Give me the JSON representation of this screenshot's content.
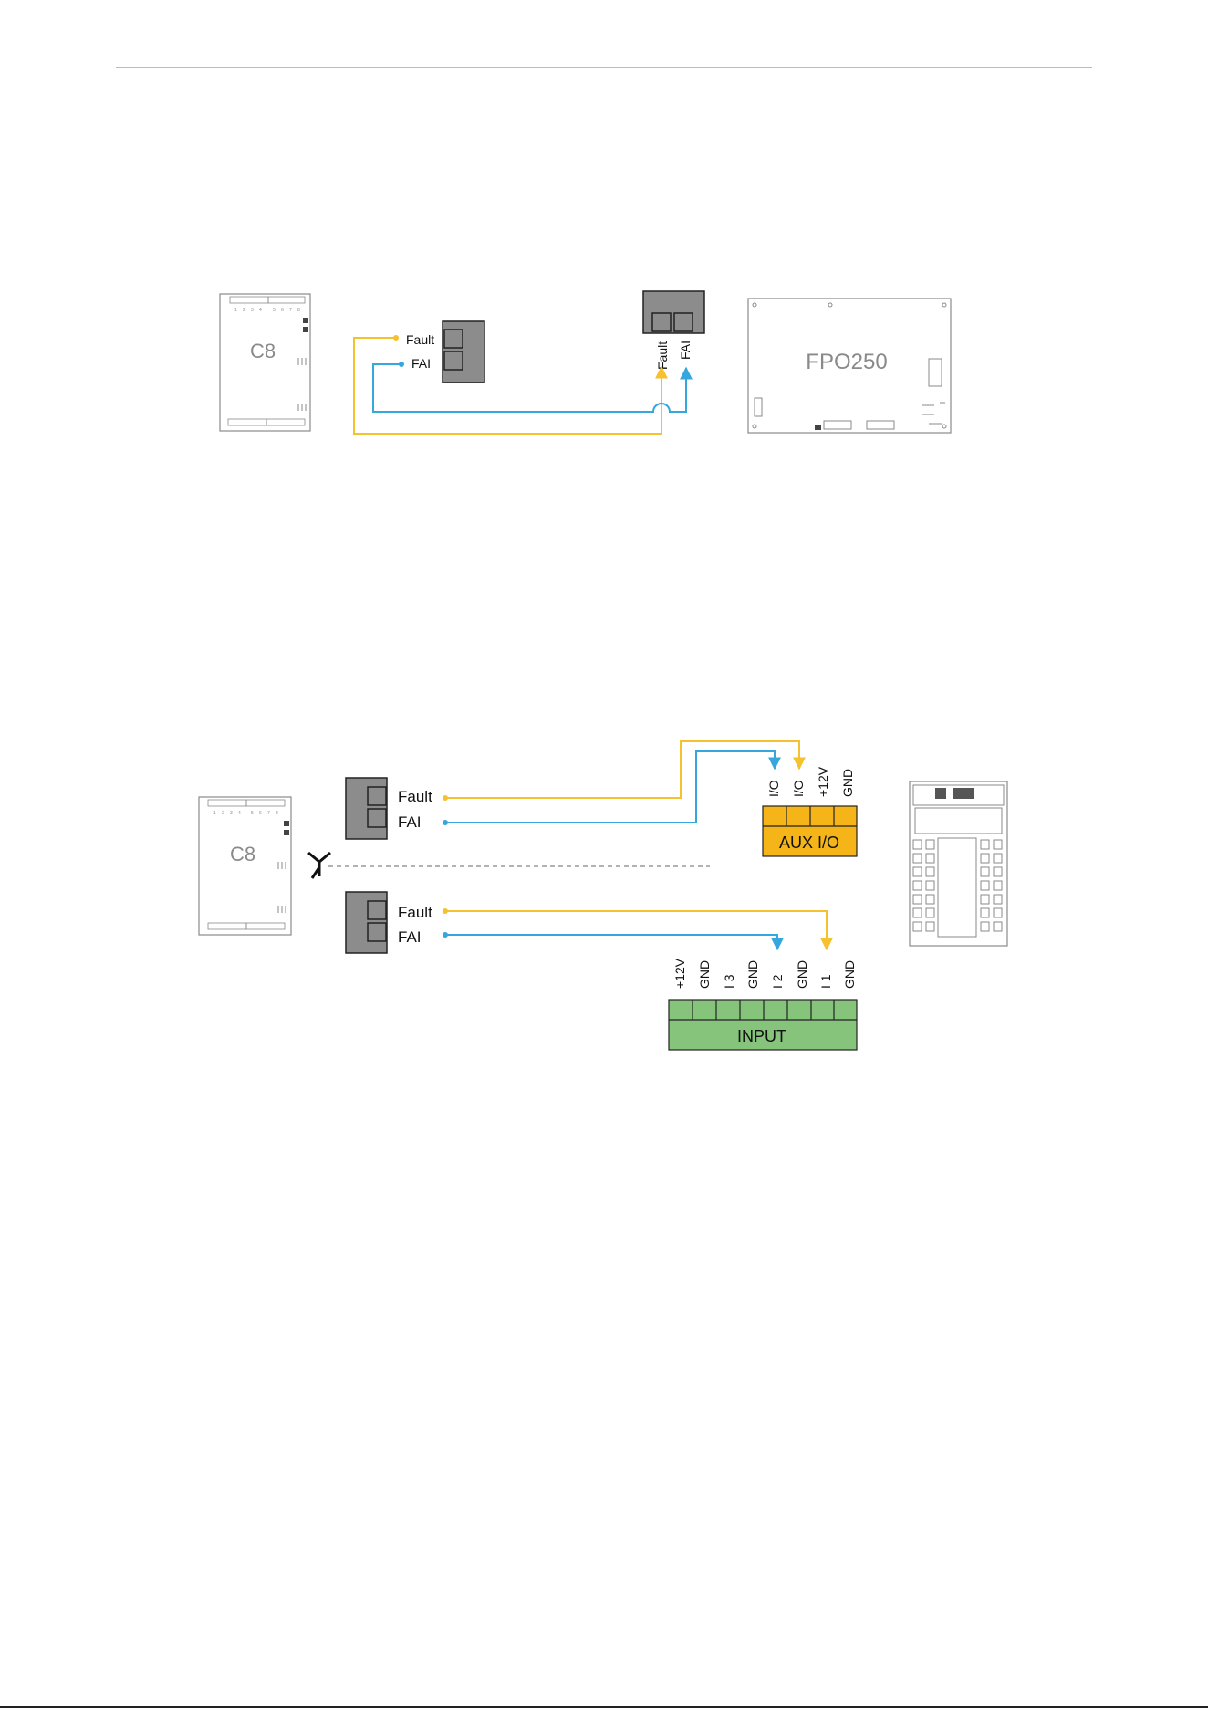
{
  "colors": {
    "rule": "#b79f8c",
    "fault_wire": "#f6c12e",
    "fai_wire": "#35a7dc",
    "terminal_fill": "#8c8c8c",
    "aux_fill": "#f5b417",
    "input_fill": "#86c47c",
    "board_line": "#8a8a8a",
    "board_label": "#8a8a8a",
    "separator": "#666666"
  },
  "diagram1": {
    "c8_label": "C8",
    "c8_pins": [
      "1",
      "2",
      "3",
      "4",
      "5",
      "6",
      "7",
      "8"
    ],
    "fault_label": "Fault",
    "fai_label": "FAI",
    "fpo_fault_label": "Fault",
    "fpo_fai_label": "FAI",
    "fpo_label": "FPO250"
  },
  "diagram2": {
    "c8_label": "C8",
    "c8_pins": [
      "1",
      "2",
      "3",
      "4",
      "5",
      "6",
      "7",
      "8"
    ],
    "top_fault_label": "Fault",
    "top_fai_label": "FAI",
    "bottom_fault_label": "Fault",
    "bottom_fai_label": "FAI",
    "aux_pins": [
      "I/O",
      "I/O",
      "+12V",
      "GND"
    ],
    "aux_label": "AUX I/O",
    "input_pins": [
      "+12V",
      "GND",
      "I 3",
      "GND",
      "I 2",
      "GND",
      "I 1",
      "GND"
    ],
    "input_label": "INPUT",
    "split_icon": "split-arrow-icon"
  }
}
